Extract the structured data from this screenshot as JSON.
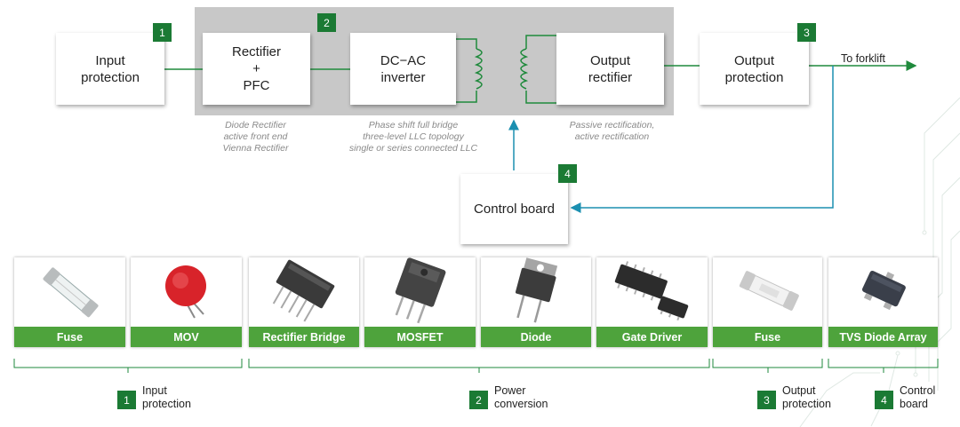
{
  "diagram": {
    "blocks": {
      "input_protection": "Input\nprotection",
      "rectifier_pfc": "Rectifier\n+\nPFC",
      "dc_ac_inverter": "DC−AC\ninverter",
      "output_rectifier": "Output\nrectifier",
      "output_protection": "Output\nprotection",
      "control_board": "Control board"
    },
    "badges": [
      "1",
      "2",
      "3",
      "4"
    ],
    "notes": {
      "rectifier": "Diode Rectifier\nactive front end\nVienna Rectifier",
      "inverter": "Phase shift full bridge\nthree-level LLC topology\nsingle or series connected LLC",
      "output": "Passive rectification,\nactive rectification"
    },
    "output_label": "To forklift",
    "colors": {
      "badge": "#1b7a34",
      "wire": "#1f8a3c",
      "control_wire": "#1b8fb0",
      "caption_bar": "#4ea33c",
      "gray_region": "#c8c8c8"
    }
  },
  "components": [
    {
      "label": "Fuse",
      "icon": "fuse-icon"
    },
    {
      "label": "MOV",
      "icon": "mov-varistor-icon"
    },
    {
      "label": "Rectifier Bridge",
      "icon": "rectifier-bridge-icon"
    },
    {
      "label": "MOSFET",
      "icon": "mosfet-icon"
    },
    {
      "label": "Diode",
      "icon": "diode-icon"
    },
    {
      "label": "Gate Driver",
      "icon": "gate-driver-ic-icon"
    },
    {
      "label": "Fuse",
      "icon": "fuse-icon"
    },
    {
      "label": "TVS Diode Array",
      "icon": "tvs-diode-array-icon"
    }
  ],
  "groups": [
    {
      "badge": "1",
      "label": "Input\nprotection"
    },
    {
      "badge": "2",
      "label": "Power\nconversion"
    },
    {
      "badge": "3",
      "label": "Output\nprotection"
    },
    {
      "badge": "4",
      "label": "Control\nboard"
    }
  ]
}
